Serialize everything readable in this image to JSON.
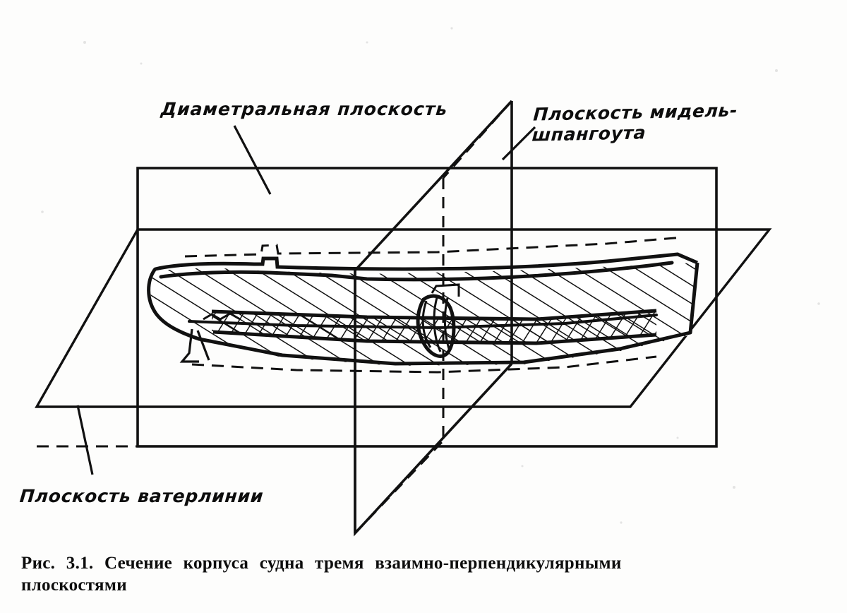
{
  "figure": {
    "caption_line1": "Рис. 3.1. Сечение  корпуса  судна  тремя  взаимно-перпендикулярными",
    "caption_line2": "плоскостями",
    "figure_number": "3.1",
    "labels": {
      "diametral_plane": "Диаметральная плоскость",
      "midship_plane": "Плоскость мидель-шпангоута",
      "waterline_plane": "Плоскость ватерлинии"
    },
    "colors": {
      "ink": "#111111",
      "paper": "#fdfdfc"
    },
    "elements": {
      "hull": "ship-hull-cutaway",
      "hatch_single": "shell-plating-section-hatch",
      "hatch_cross": "double-bottom-section-crosshatch",
      "plane_diametral": "vertical-longitudinal-plane-rectangle",
      "plane_midship": "vertical-transverse-plane-parallelogram",
      "plane_waterline": "horizontal-plane-parallelogram"
    },
    "geometry_note": "Three mutually perpendicular planes cutting a ship hull, isometric-style technical drawing"
  }
}
